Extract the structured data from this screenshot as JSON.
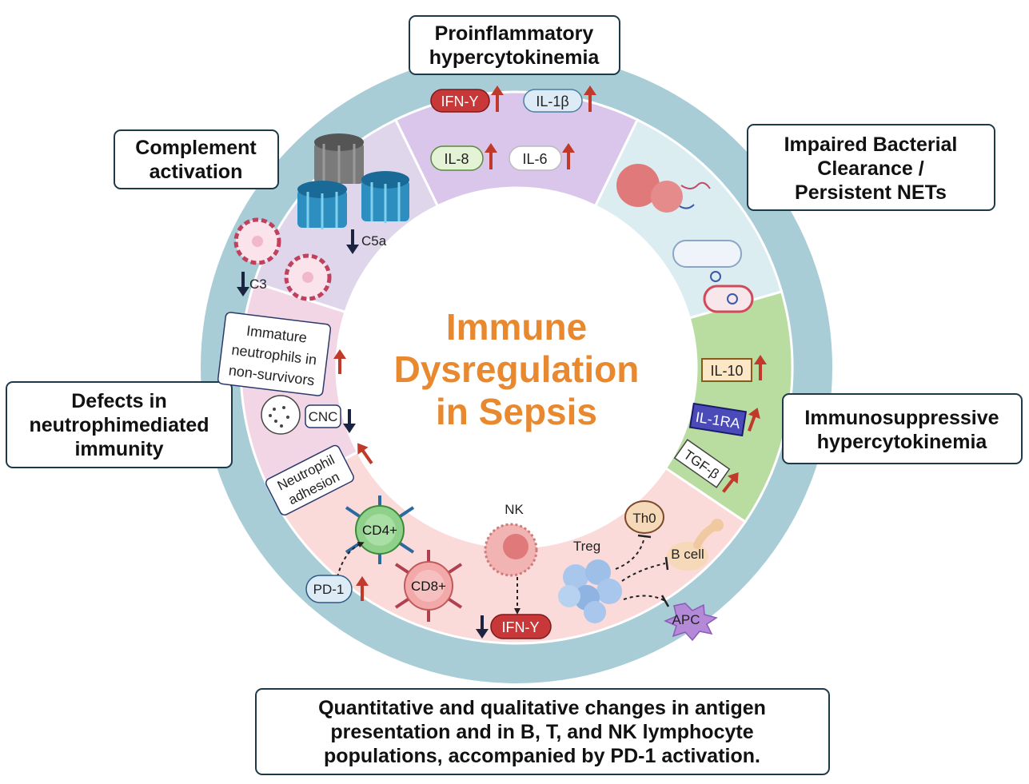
{
  "center_title": [
    "Immune",
    "Dysregulation",
    "in Sepsis"
  ],
  "boxes": {
    "proinflammatory": [
      "Proinflammatory",
      "hypercytokinemia"
    ],
    "complement": [
      "Complement",
      "activation"
    ],
    "bacterial": [
      "Impaired Bacterial",
      "Clearance /",
      "Persistent NETs"
    ],
    "immunosuppressive": [
      "Immunosuppressive",
      "hypercytokinemia"
    ],
    "neutrophil_defects": [
      "Defects in",
      "neutrophimediated",
      "immunity"
    ],
    "lymphocyte": [
      "Quantitative and qualitative changes in antigen",
      "presentation and in B, T, and NK lymphocyte",
      "populations, accompanied by PD-1  activation."
    ]
  },
  "cytokines": {
    "ifn_top": "IFN-Y",
    "il1b": "IL-1β",
    "il8": "IL-8",
    "il6": "IL-6",
    "il10": "IL-10",
    "il1ra": "IL-1RA",
    "tgfb": "TGF-β"
  },
  "complement_labels": {
    "c5a": "C5a",
    "c3": "C3"
  },
  "neutrophil_labels": {
    "immature": [
      "Immature",
      "neutrophils in",
      "non-survivors"
    ],
    "cnc": "CNC",
    "adhesion": [
      "Neutrophil",
      "adhesion"
    ]
  },
  "lymphocyte_labels": {
    "cd4": "CD4+",
    "cd8": "CD8+",
    "pd1": "PD-1",
    "nk": "NK",
    "ifn_bottom": "IFN-Y",
    "treg": "Treg",
    "th0": "Th0",
    "bcell": "B cell",
    "apc": "APC"
  },
  "colors": {
    "outer_ring": "#a8cdd6",
    "proinflammatory_sector": "#d9c6ea",
    "bacterial_sector": "#dcedf2",
    "immunosuppressive_sector": "#b9dca1",
    "lymphocyte_sector": "#fbdada",
    "neutrophil_sector": "#f3d6e6",
    "complement_sector": "#dfd6ec",
    "title": "#e8892f",
    "up_arrow": "#c0392b",
    "down_arrow": "#1c2340"
  }
}
